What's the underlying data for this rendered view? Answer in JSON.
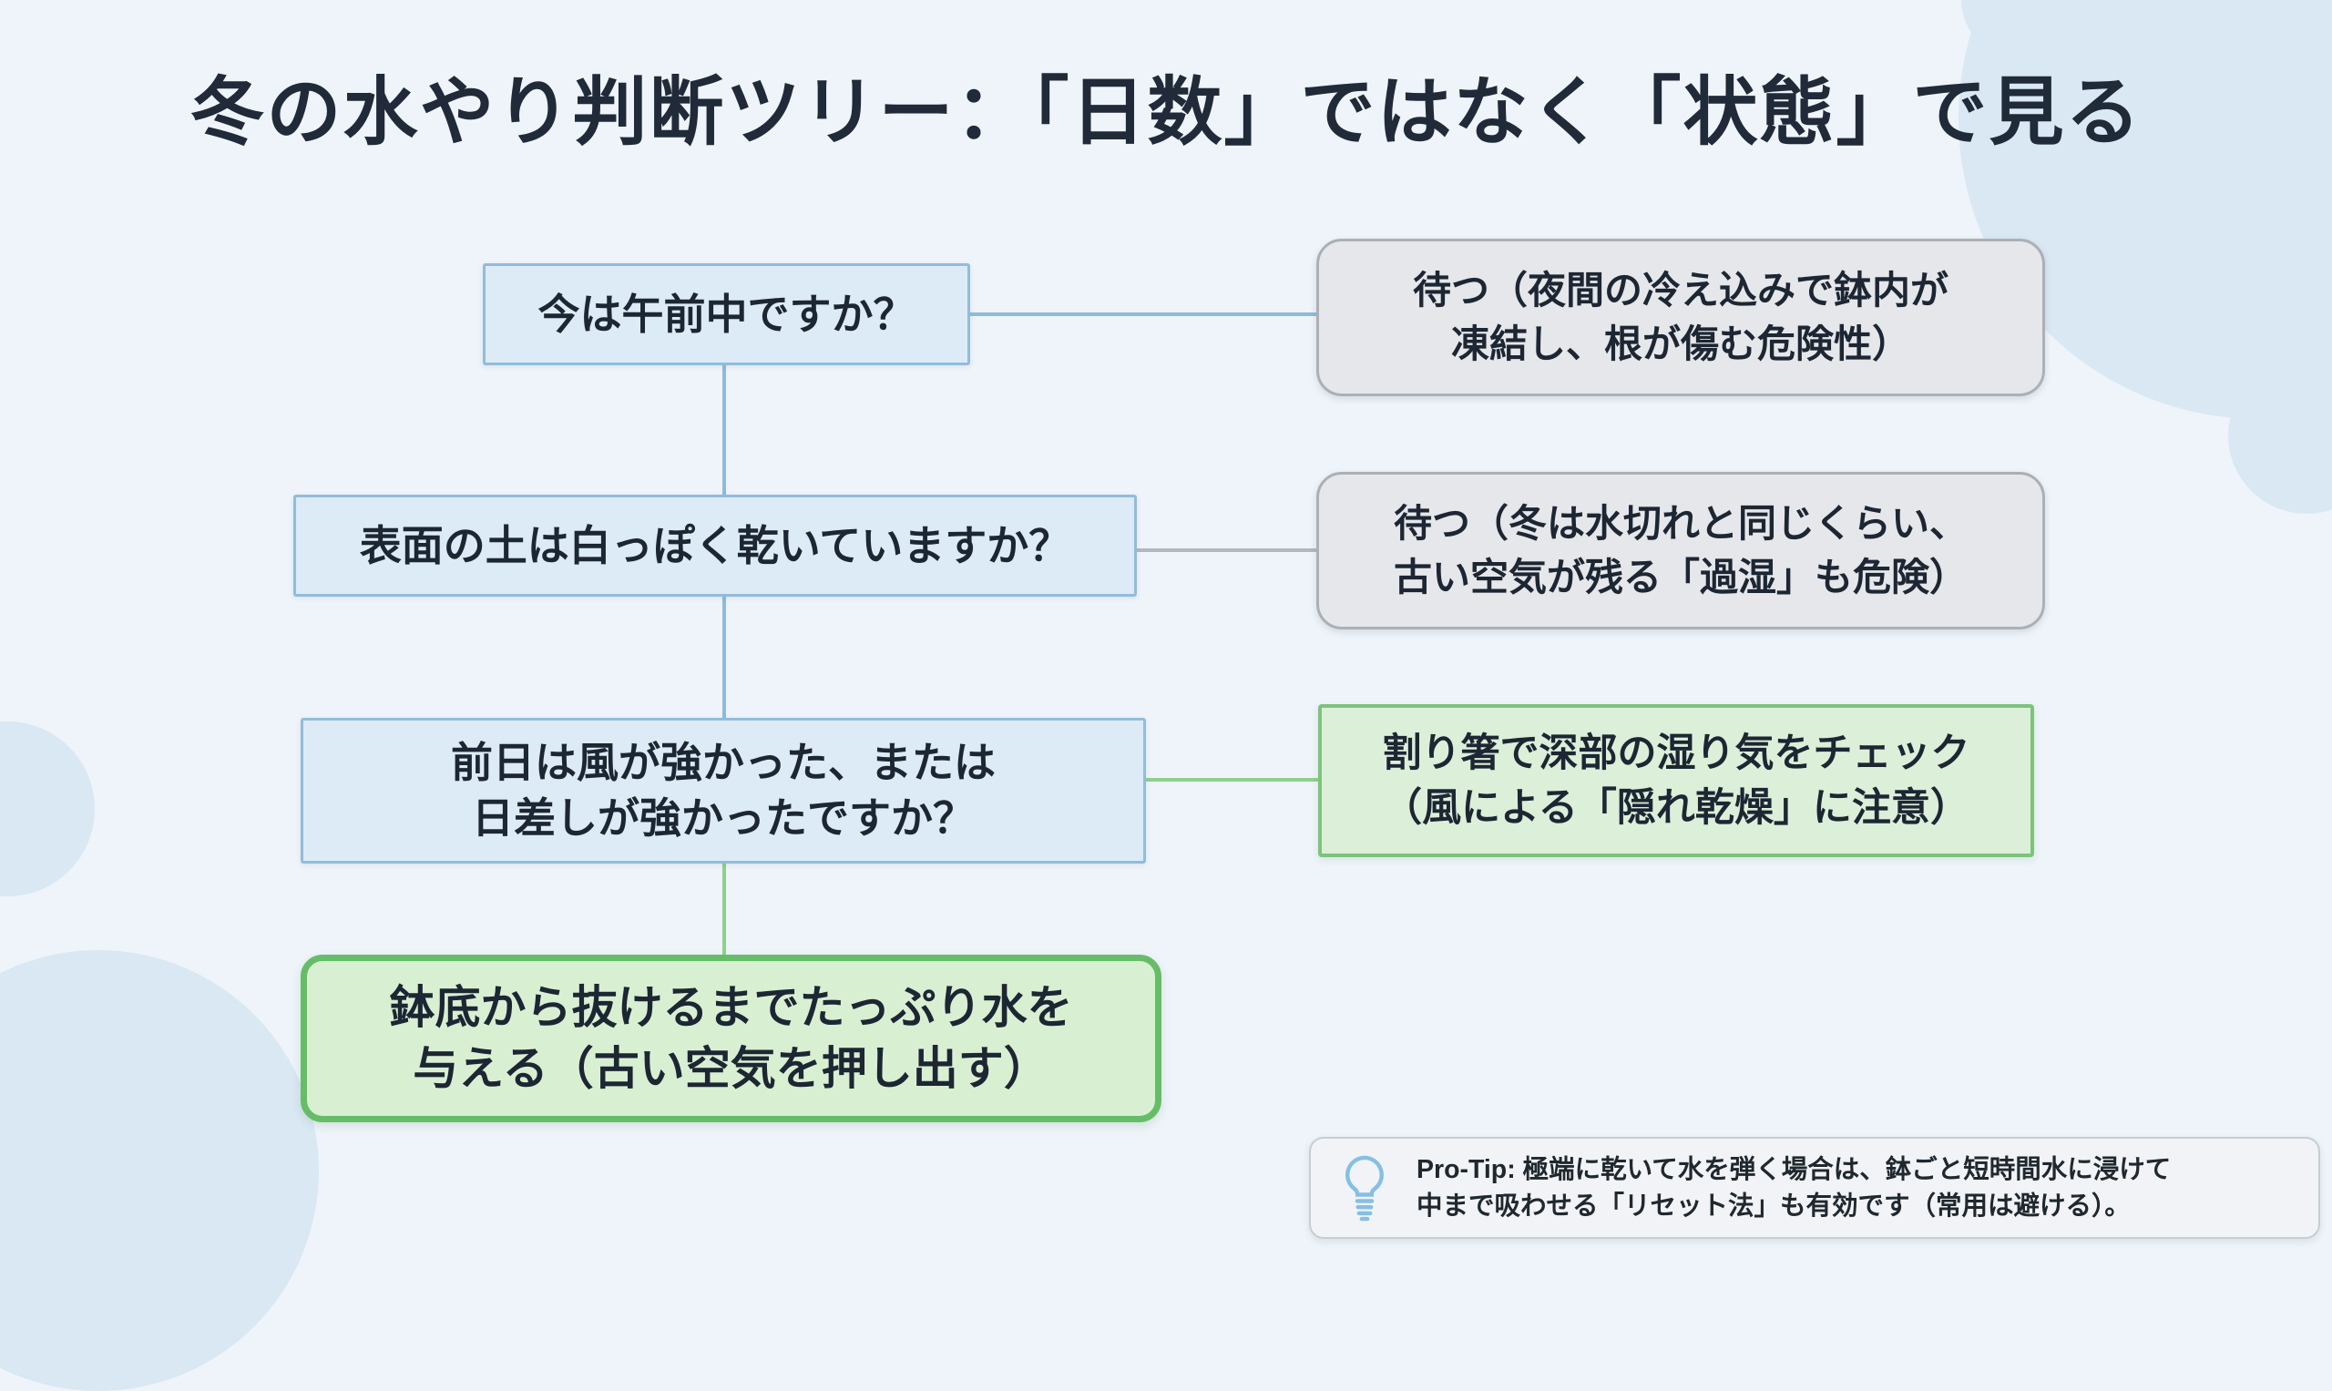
{
  "title": "冬の水やり判断ツリー：「日数」ではなく「状態」で見る",
  "nodes": {
    "q1": "今は午前中ですか？",
    "a1": "待つ（夜間の冷え込みで鉢内が\n凍結し、根が傷む危険性）",
    "q2": "表面の土は白っぽく乾いていますか？",
    "a2": "待つ（冬は水切れと同じくらい、\n古い空気が残る「過湿」も危険）",
    "q3": "前日は風が強かった、または\n日差しが強かったですか？",
    "a3": "割り箸で深部の湿り気をチェック\n（風による「隠れ乾燥」に注意）",
    "result": "鉢底から抜けるまでたっぷり水を\n与える（古い空気を押し出す）"
  },
  "protip": {
    "text": "Pro-Tip: 極端に乾いて水を弾く場合は、鉢ごと短時間水に浸けて\n中まで吸わせる「リセット法」も有効です（常用は避ける）。",
    "icon": "lightbulb-icon"
  },
  "colors": {
    "background": "#eef4f9",
    "decorative_circle": "#d9e8f3",
    "title_text": "#202a38",
    "question_fill": "#dcebf6",
    "question_border": "#92bcdb",
    "wait_fill": "#e5e7ea",
    "wait_border": "#abb0b6",
    "check_fill": "#dcefd8",
    "check_border": "#7cc47c",
    "result_fill": "#d9efd2",
    "result_border": "#66bd68",
    "connector_blue": "#8fbbd9",
    "connector_gray": "#b3b8be",
    "connector_green": "#8fd08d",
    "protip_fill": "#f1f3f6",
    "protip_border": "#c7cdd3",
    "lightbulb": "#85bfe4"
  }
}
